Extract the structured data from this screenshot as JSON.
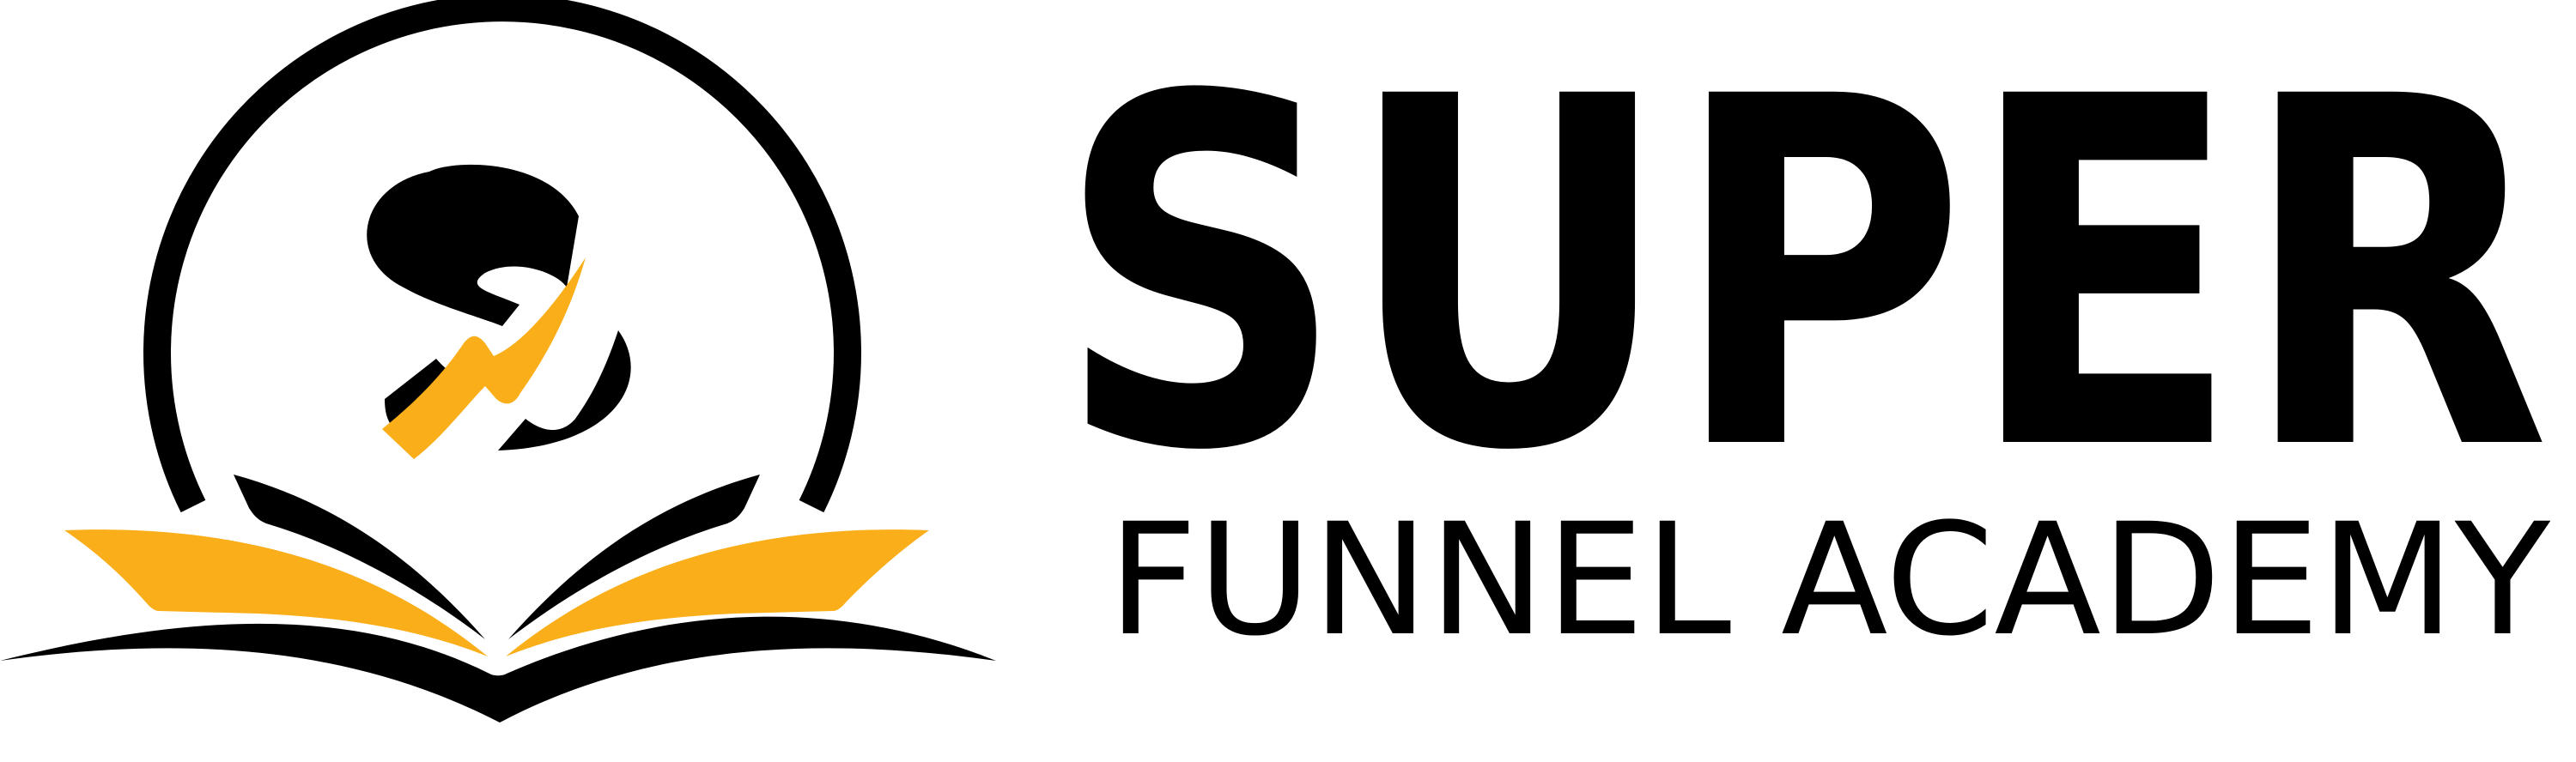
{
  "logo": {
    "brand_name": "SUPER",
    "brand_subtitle": "FUNNEL ACADEMY",
    "emblem_letter": "S"
  },
  "colors": {
    "primary": "#000000",
    "accent": "#F9AE1A",
    "background": "#FFFFFF"
  },
  "icons": {
    "emblem": "book-with-s-and-lightning-icon",
    "lightning": "lightning-bolt-icon",
    "book": "open-book-icon",
    "arc": "circle-arc-icon"
  }
}
